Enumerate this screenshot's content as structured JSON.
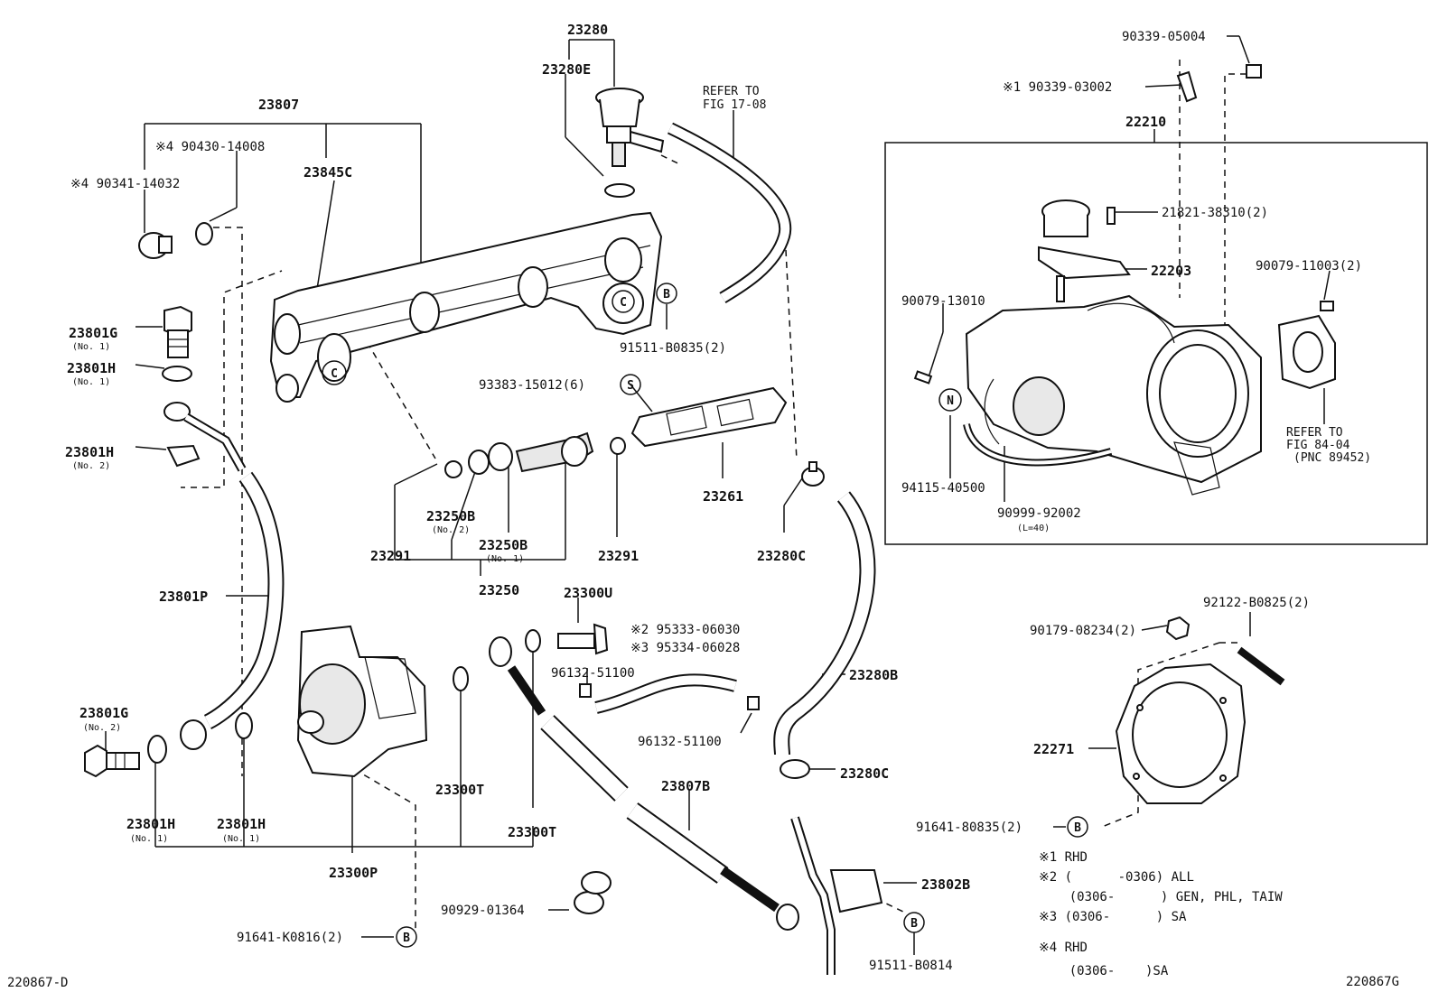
{
  "diagram_id_left": "220867-D",
  "diagram_id_right": "220867G",
  "labels": {
    "p23280": "23280",
    "p23280E": "23280E",
    "refer_fig_17_08_l1": "REFER TO",
    "refer_fig_17_08_l2": "FIG 17-08",
    "p23807": "23807",
    "p90430_14008": "※4 90430-14008",
    "p23845C": "23845C",
    "p90341_14032": "※4 90341-14032",
    "p23801G_1": "23801G",
    "p23801G_1_sub": "(No. 1)",
    "p23801H_1": "23801H",
    "p23801H_1_sub": "(No. 1)",
    "p23801H_2": "23801H",
    "p23801H_2_sub": "(No. 2)",
    "p91511_B0835": "91511-B0835(2)",
    "p93383_15012": "93383-15012(6)",
    "p23261": "23261",
    "p23250B_2": "23250B",
    "p23250B_2_sub": "(No. 2)",
    "p23250B_1": "23250B",
    "p23250B_1_sub": "(No. 1)",
    "p23291_l": "23291",
    "p23291_r": "23291",
    "p23250": "23250",
    "p23280C_top": "23280C",
    "p23801P": "23801P",
    "p23300U": "23300U",
    "p95333_06030": "※2 95333-06030",
    "p95334_06028": "※3 95334-06028",
    "p96132_51100_a": "96132-51100",
    "p96132_51100_b": "96132-51100",
    "p23280B": "23280B",
    "p23801G_2": "23801G",
    "p23801G_2_sub": "(No. 2)",
    "p23300T_a": "23300T",
    "p23300T_b": "23300T",
    "p23807B": "23807B",
    "p23280C_bot": "23280C",
    "p23801H_b1": "23801H",
    "p23801H_b1_sub": "(No. 1)",
    "p23801H_b2": "23801H",
    "p23801H_b2_sub": "(No. 1)",
    "p23300P": "23300P",
    "p90929_01364": "90929-01364",
    "p91641_K0816": "91641-K0816(2)",
    "p23802B": "23802B",
    "p91511_B0814": "91511-B0814",
    "p90339_05004": "90339-05004",
    "p90339_03002": "※1 90339-03002",
    "p22210": "22210",
    "p21821_38310": "21821-38310(2)",
    "p22203": "22203",
    "p90079_13010": "90079-13010",
    "p90079_11003": "90079-11003(2)",
    "refer_fig_84_04_l1": "REFER TO",
    "refer_fig_84_04_l2": "FIG 84-04",
    "refer_fig_84_04_l3": "(PNC 89452)",
    "p94115_40500": "94115-40500",
    "p90999_92002": "90999-92002",
    "p90999_92002_sub": "(L=40)",
    "p92122_B0825": "92122-B0825(2)",
    "p90179_08234": "90179-08234(2)",
    "p22271": "22271",
    "p91641_80835": "91641-80835(2)"
  },
  "markers": {
    "B": "B",
    "S": "S",
    "N": "N",
    "C": "C"
  },
  "notes": [
    "※1 RHD",
    "※2 (      -0306) ALL",
    "    (0306-      ) GEN, PHL, TAIW",
    "※3 (0306-      ) SA",
    "※4 RHD",
    "    (0306-    )SA"
  ]
}
